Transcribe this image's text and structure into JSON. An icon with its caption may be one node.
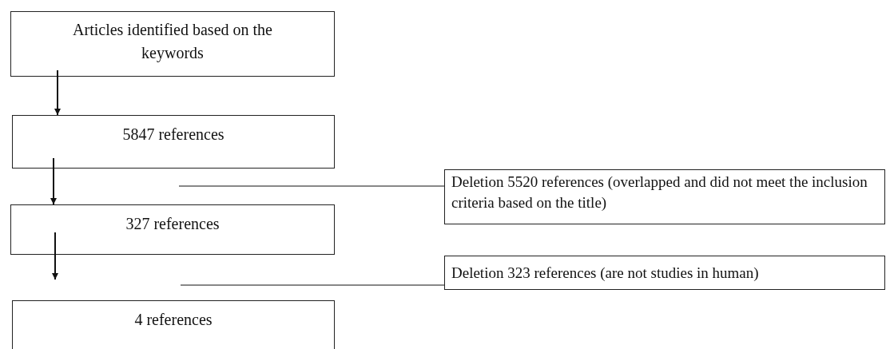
{
  "diagram": {
    "nodes": [
      {
        "text": [
          "Articles identified based on the keywords"
        ]
      },
      {
        "text": [
          "5847 references"
        ]
      },
      {
        "text": [
          "Deletion 5520 references (overlapped and did not meet the inclusion criteria based on the title)"
        ]
      },
      {
        "text": [
          "327 references"
        ]
      },
      {
        "text": [
          "Deletion 323 references (are not studies in human)"
        ]
      },
      {
        "text": [
          "4 references"
        ]
      }
    ],
    "edges": [
      {
        "from": 0,
        "to": 1,
        "arrow": "to"
      },
      {
        "from": 1,
        "to": 3,
        "arrow": "to"
      },
      {
        "from": 3,
        "to": 5,
        "arrow": "to"
      },
      {
        "from": null,
        "to": 2,
        "arrow": "none"
      },
      {
        "from": null,
        "to": 4,
        "arrow": "none"
      }
    ]
  }
}
